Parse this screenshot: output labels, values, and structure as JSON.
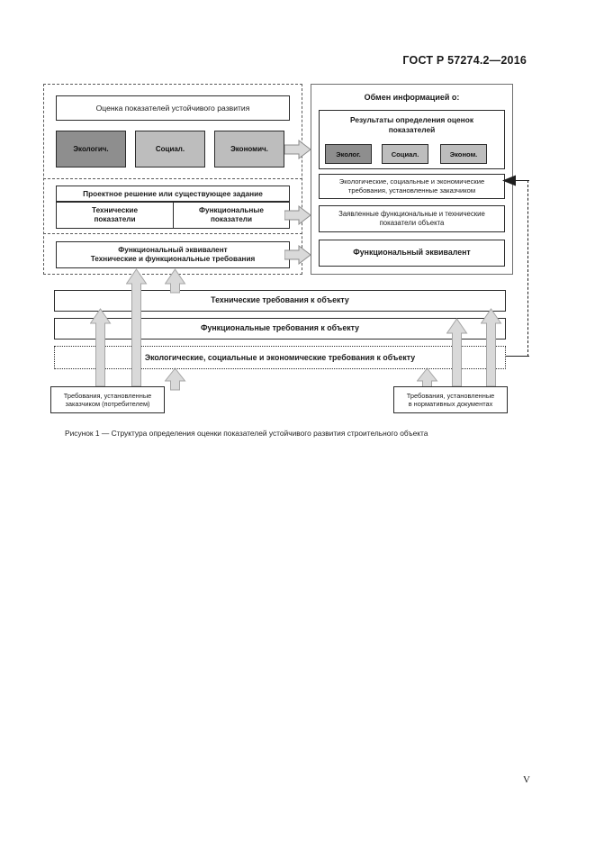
{
  "document": {
    "standard_header": "ГОСТ Р 57274.2—2016",
    "page_number": "V",
    "figure_caption": "Рисунок 1 — Структура определения оценки показателей устойчивого развития строительного объекта"
  },
  "colors": {
    "chip_dark": "#8e8e8e",
    "chip_light": "#bdbdbd",
    "arrow_fill": "#d9d9d9",
    "arrow_stroke": "#8c8c8c",
    "border_dark": "#2b2b2b",
    "border_dashed": "#5a5a5a"
  },
  "figure": {
    "left_panel": {
      "section_assessment": {
        "title_box": "Оценка показателей устойчивого развития",
        "chips": [
          {
            "label": "Экологич.",
            "tone": "dark"
          },
          {
            "label": "Социал.",
            "tone": "light"
          },
          {
            "label": "Экономич.",
            "tone": "light"
          }
        ]
      },
      "section_design": {
        "header": "Проектное решение или существующее задание",
        "left_cell": "Технические\nпоказатели",
        "left_cell_line1": "Технические",
        "left_cell_line2": "показатели",
        "right_cell_line1": "Функциональные",
        "right_cell_line2": "показатели"
      },
      "section_equivalent": {
        "line1": "Функциональный эквивалент",
        "line2": "Технические и функциональные требования"
      }
    },
    "right_panel": {
      "title": "Обмен информацией о:",
      "results_block": {
        "heading_line1": "Результаты определения оценок",
        "heading_line2": "показателей",
        "chips": [
          {
            "label": "Эколог.",
            "tone": "dark"
          },
          {
            "label": "Социал.",
            "tone": "light"
          },
          {
            "label": "Эконом.",
            "tone": "light"
          }
        ]
      },
      "boxes": [
        {
          "line1": "Экологические, социальные и экономические",
          "line2": "требования, установленные заказчиком"
        },
        {
          "line1": "Заявленные функциональные и технические",
          "line2": "показатели объекта"
        },
        {
          "line1": "Функциональный эквивалент",
          "line2": ""
        }
      ]
    },
    "requirement_bars": [
      {
        "label": "Технические требования к объекту",
        "style": "solid"
      },
      {
        "label": "Функциональные требования к объекту",
        "style": "solid"
      },
      {
        "label": "Экологические, социальные и экономические требования к объекту",
        "style": "dotted"
      }
    ],
    "source_boxes": [
      {
        "line1": "Требования, установленные",
        "line2": "заказчиком (потребителем)"
      },
      {
        "line1": "Требования, установленные",
        "line2": "в нормативных документах"
      }
    ]
  }
}
